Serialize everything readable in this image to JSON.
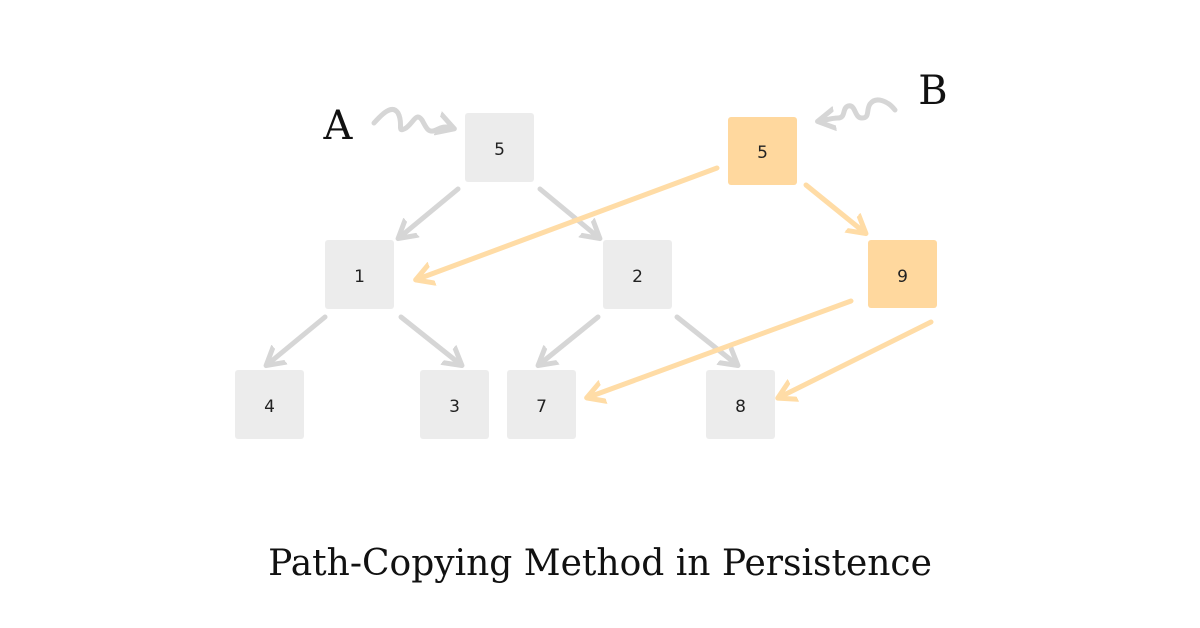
{
  "title": "Path-Copying Method in Persistence",
  "colors": {
    "old_node": "#ececec",
    "new_node": "#ffd89e",
    "old_edge": "#d6d6d6",
    "new_edge": "#ffdca6",
    "squiggle": "#d6d6d6"
  },
  "labels": {
    "A": "A",
    "B": "B"
  },
  "nodes": {
    "a_root": "5",
    "a_left": "1",
    "a_right": "2",
    "a_ll": "4",
    "a_lr": "3",
    "a_rl": "7",
    "a_rr": "8",
    "b_root": "5",
    "b_right": "9"
  }
}
